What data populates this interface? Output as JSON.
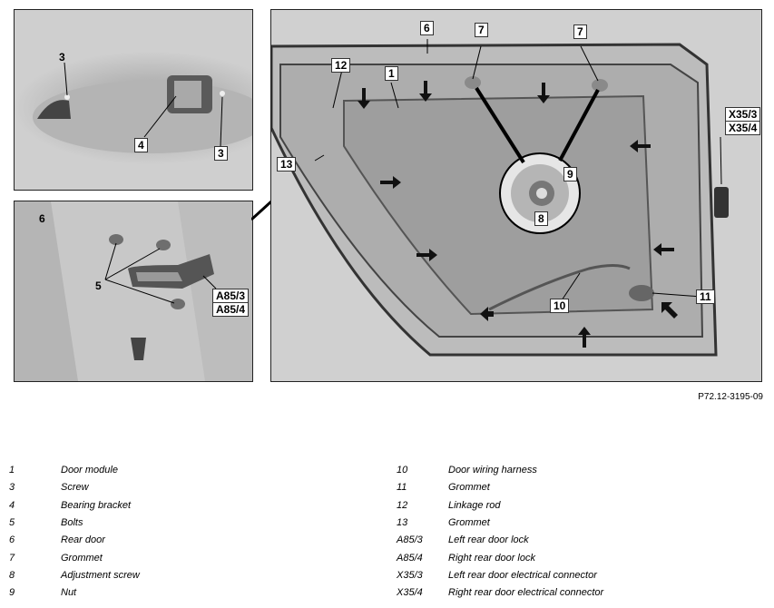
{
  "figure_id": "P72.12-3195-09",
  "callouts": {
    "inset_a": {
      "c1": "3",
      "c2": "4",
      "c3": "3"
    },
    "inset_b": {
      "c1": "6",
      "c2": "5",
      "c3": "A85/3",
      "c4": "A85/4"
    },
    "main": {
      "c6": "6",
      "c7a": "7",
      "c7b": "7",
      "c12": "12",
      "c1": "1",
      "c13": "13",
      "c9": "9",
      "c8": "8",
      "c10": "10",
      "c11": "11",
      "x353": "X35/3",
      "x354": "X35/4"
    }
  },
  "legend_left": [
    {
      "num": "1",
      "desc": "Door module"
    },
    {
      "num": "3",
      "desc": "Screw"
    },
    {
      "num": "4",
      "desc": "Bearing bracket"
    },
    {
      "num": "5",
      "desc": "Bolts"
    },
    {
      "num": "6",
      "desc": "Rear door"
    },
    {
      "num": "7",
      "desc": "Grommet"
    },
    {
      "num": "8",
      "desc": "Adjustment screw"
    },
    {
      "num": "9",
      "desc": "Nut"
    }
  ],
  "legend_right": [
    {
      "num": "10",
      "desc": "Door wiring harness"
    },
    {
      "num": "11",
      "desc": "Grommet"
    },
    {
      "num": "12",
      "desc": "Linkage rod"
    },
    {
      "num": "13",
      "desc": "Grommet"
    },
    {
      "num": "A85/3",
      "desc": "Left rear door lock"
    },
    {
      "num": "A85/4",
      "desc": "Right rear door lock"
    },
    {
      "num": "X35/3",
      "desc": "Left rear door electrical connector"
    },
    {
      "num": "X35/4",
      "desc": "Right rear door electrical connector"
    }
  ]
}
